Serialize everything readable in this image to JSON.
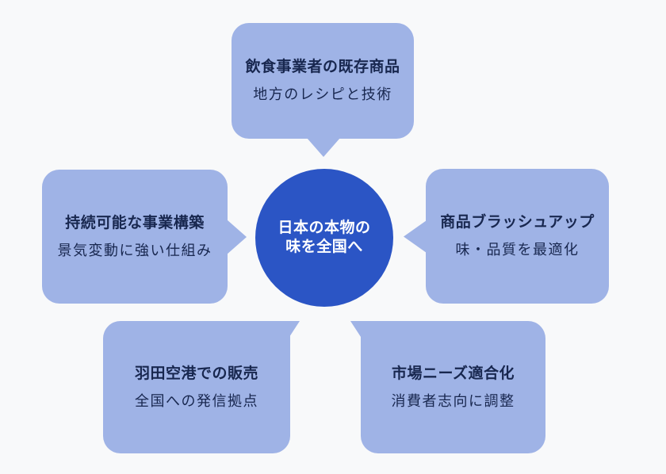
{
  "colors": {
    "background": "#F8F9FA",
    "bubble_fill": "#9FB3E6",
    "circle_fill": "#2B55C5",
    "text": "#18274F",
    "circle_text": "#FFFFFF"
  },
  "center_circle": {
    "line1": "日本の本物の",
    "line2": "味を全国へ"
  },
  "bubbles": [
    {
      "position": "top",
      "title": "飲食事業者の既存商品",
      "subtitle": "地方のレシピと技術"
    },
    {
      "position": "left",
      "title": "持続可能な事業構築",
      "subtitle": "景気変動に強い仕組み"
    },
    {
      "position": "right",
      "title": "商品ブラッシュアップ",
      "subtitle": "味・品質を最適化"
    },
    {
      "position": "bottom-left",
      "title": "羽田空港での販売",
      "subtitle": "全国への発信拠点"
    },
    {
      "position": "bottom-right",
      "title": "市場ニーズ適合化",
      "subtitle": "消費者志向に調整"
    }
  ]
}
